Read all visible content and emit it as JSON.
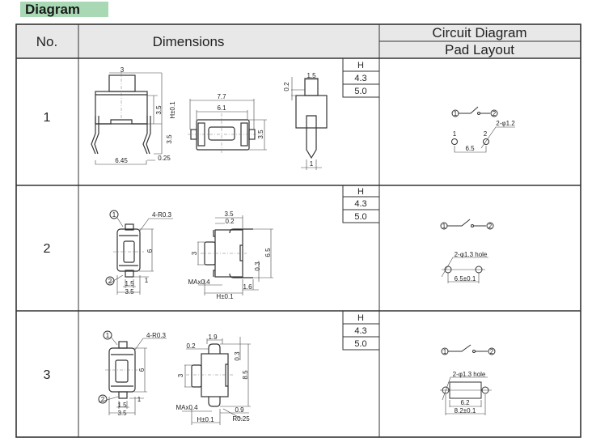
{
  "section_title": "Diagram",
  "header": {
    "no": "No.",
    "dimensions": "Dimensions",
    "circuit": "Circuit Diagram",
    "pad": "Pad Layout"
  },
  "h_table": {
    "header": "H",
    "values": [
      "4.3",
      "5.0"
    ]
  },
  "rows": [
    {
      "no": "1",
      "dims": {
        "top": "3",
        "h": "H±0.1",
        "upper": "3.5",
        "lower": "3.5",
        "width": "6.45",
        "lead": "0.25",
        "len_outer": "7.7",
        "len_inner": "6.1",
        "depth": "3.5",
        "act_w": "1.5",
        "act_gap": "0.2",
        "pin": "1"
      },
      "circuit": {
        "pin1": "1",
        "pin2": "2",
        "pad1": "1",
        "pad2": "2",
        "hole": "2-φ1.2",
        "pitch": "6.5"
      }
    },
    {
      "no": "2",
      "dims": {
        "pin1": "1",
        "radius": "4-R0.3",
        "height": "6",
        "pin2": "2",
        "tail": "1",
        "term_w": "1.5",
        "width": "3.5",
        "top_w": "3.5",
        "top_gap": "0.2",
        "act": "3",
        "overall": "6.5",
        "thick": "0.3",
        "max": "MAx0.4",
        "foot": "1.6",
        "h": "H±0.1"
      },
      "circuit": {
        "pin1": "1",
        "pin2": "2",
        "hole": "2-φ1.3 hole",
        "pitch": "6.5±0.1"
      }
    },
    {
      "no": "3",
      "dims": {
        "pin1": "1",
        "radius": "4-R0.3",
        "height": "6",
        "pin2": "2",
        "tail": "1",
        "term_w": "1.5",
        "width": "3.5",
        "top_w": "1.9",
        "top_gap": "0.2",
        "thick": "0.3",
        "overall": "8.5",
        "act": "3",
        "max": "MAx0.4",
        "foot": "0.9",
        "bend": "R0.25",
        "h": "H±0.1"
      },
      "circuit": {
        "pin1": "1",
        "pin2": "2",
        "hole": "2-φ1.3 hole",
        "inner": "6.2",
        "pitch": "8.2±0.1"
      }
    }
  ]
}
